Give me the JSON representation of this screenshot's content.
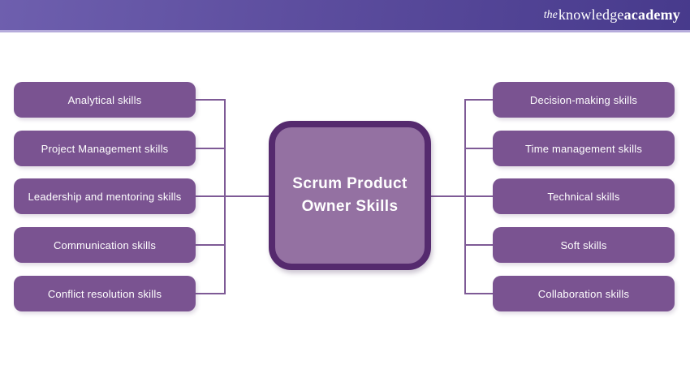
{
  "header": {
    "logo": {
      "the": "the",
      "knowledge": "knowledge",
      "academy": "academy"
    }
  },
  "center": {
    "title": "Scrum Product Owner Skills"
  },
  "left_items": [
    "Analytical skills",
    "Project Management skills",
    "Leadership and mentoring skills",
    "Communication skills",
    "Conflict resolution skills"
  ],
  "right_items": [
    "Decision-making skills",
    "Time management skills",
    "Technical skills",
    "Soft skills",
    "Collaboration skills"
  ],
  "colors": {
    "header_grad_left": "#6e5fae",
    "header_grad_right": "#473a8c",
    "header_strip": "#b5abdb",
    "node_fill": "#7a5391",
    "center_fill": "#9471a2",
    "center_border": "#552a6e",
    "connector": "#7e5a96",
    "text_on_purple": "#ffffff"
  }
}
